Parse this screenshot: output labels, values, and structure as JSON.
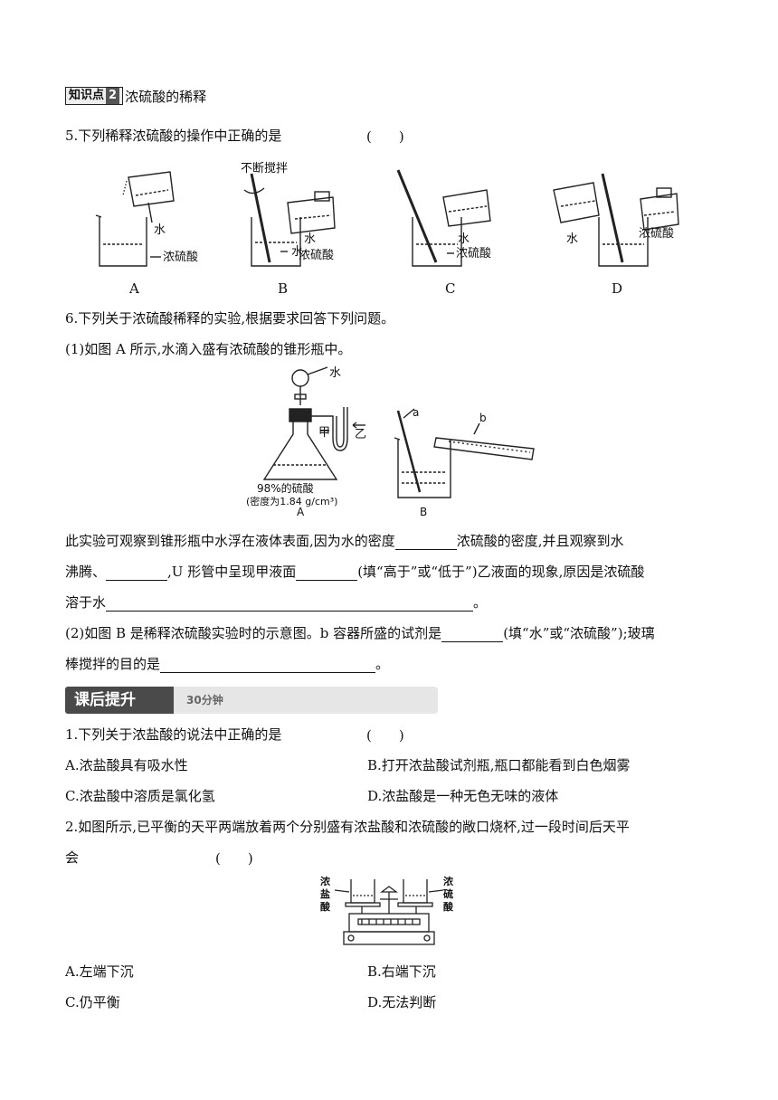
{
  "section2": {
    "tag": "知识点",
    "num": "2",
    "title": "浓硫酸的稀释"
  },
  "q5": {
    "stem": "5.下列稀释浓硫酸的操作中正确的是",
    "paren": "(　　)",
    "figure": {
      "labels": {
        "water": "水",
        "acid": "浓硫酸",
        "stir": "不断搅拌"
      },
      "options": [
        "A",
        "B",
        "C",
        "D"
      ]
    }
  },
  "q6": {
    "stem": "6.下列关于浓硫酸稀释的实验,根据要求回答下列问题。",
    "p1": "(1)如图 A 所示,水滴入盛有浓硫酸的锥形瓶中。",
    "figure": {
      "water": "水",
      "jia": "甲",
      "yi": "乙",
      "acid_line1": "98%的硫酸",
      "acid_line2": "(密度为1.84 g/cm³)",
      "label_A": "A",
      "label_a": "a",
      "label_b": "b",
      "label_B": "B"
    },
    "line1_a": "此实验可观察到锥形瓶中水浮在液体表面,因为水的密度",
    "line1_b": "浓硫酸的密度,并且观察到水",
    "line2_a": "沸腾、",
    "line2_b": ",U 形管中呈现甲液面",
    "line2_c": "(填“高于”或“低于”)乙液面的现象,原因是浓硫酸",
    "line3_a": "溶于水",
    "line3_b": "。",
    "line4_a": "(2)如图 B 是稀释浓硫酸实验时的示意图。b 容器所盛的试剂是",
    "line4_b": "(填“水”或“浓硫酸”);玻璃",
    "line5_a": "棒搅拌的目的是",
    "line5_b": "。"
  },
  "after": {
    "title": "课后提升",
    "time": "30分钟"
  },
  "aq1": {
    "stem": "1.下列关于浓盐酸的说法中正确的是",
    "paren": "(　　)",
    "A": "A.浓盐酸具有吸水性",
    "B": "B.打开浓盐酸试剂瓶,瓶口都能看到白色烟雾",
    "C": "C.浓盐酸中溶质是氯化氢",
    "D": "D.浓盐酸是一种无色无味的液体"
  },
  "aq2": {
    "stem1": "2.如图所示,已平衡的天平两端放着两个分别盛有浓盐酸和浓硫酸的敞口烧杯,过一段时间后天平",
    "stem2": "会",
    "paren": "(　　)",
    "figure": {
      "left": [
        "浓",
        "盐",
        "酸"
      ],
      "right": [
        "浓",
        "硫",
        "酸"
      ]
    },
    "A": "A.左端下沉",
    "B": "B.右端下沉",
    "C": "C.仍平衡",
    "D": "D.无法判断"
  }
}
